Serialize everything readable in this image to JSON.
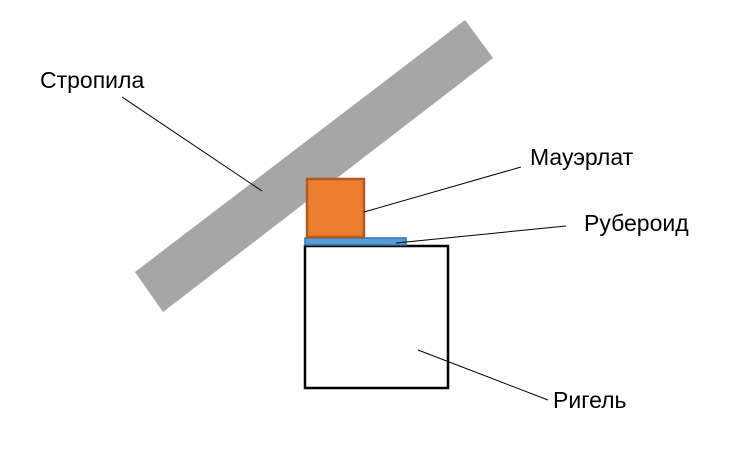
{
  "labels": {
    "rafter": "Стропила",
    "mauerlat": "Мауэрлат",
    "roofing_felt": "Рубероид",
    "crossbar": "Ригель"
  },
  "colors": {
    "rafter_fill": "#a6a6a6",
    "mauerlat_fill": "#ed7d31",
    "mauerlat_stroke": "#ae5a21",
    "felt_fill": "#5b9bd5",
    "felt_stroke": "#2e75b6",
    "crossbar_stroke": "#000000",
    "text": "#000000"
  }
}
